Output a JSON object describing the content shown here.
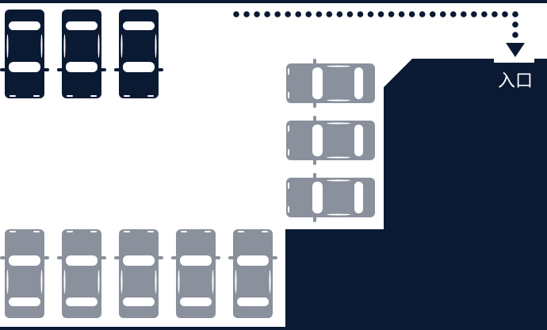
{
  "entrance_label": "入口",
  "colors": {
    "navy": "#0b1a33",
    "parked_gray": "#8a909c",
    "background": "#ffffff"
  },
  "cars": {
    "top_row_occupied": 3,
    "right_column_gray": 3,
    "bottom_row_gray": 5
  }
}
